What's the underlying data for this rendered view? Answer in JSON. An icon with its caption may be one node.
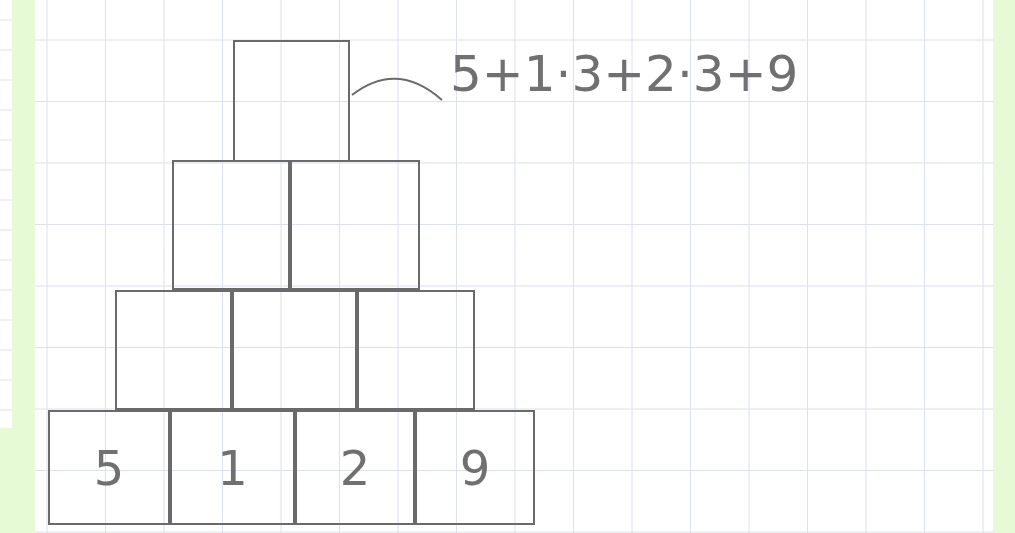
{
  "diagram": {
    "nodes": [
      {
        "text": [],
        "shape": "box"
      },
      {
        "text": [],
        "shape": "box"
      },
      {
        "text": [],
        "shape": "box"
      },
      {
        "text": [],
        "shape": "box"
      },
      {
        "text": [],
        "shape": "box"
      },
      {
        "text": [],
        "shape": "box"
      },
      {
        "text": [
          "5"
        ]
      },
      {
        "text": [
          "1"
        ]
      },
      {
        "text": [
          "2"
        ]
      },
      {
        "text": [
          "9"
        ]
      },
      {
        "text": [
          "5+1·3+2·3+9"
        ]
      }
    ],
    "edges": [
      {
        "from": 10,
        "to": 0,
        "arrow": "none"
      }
    ]
  }
}
